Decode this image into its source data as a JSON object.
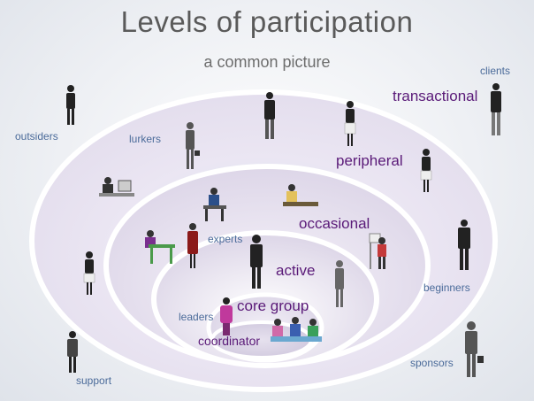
{
  "title": "Levels of participation",
  "subtitle": "a common picture",
  "levels": {
    "transactional": "transactional",
    "peripheral": "peripheral",
    "occasional": "occasional",
    "active": "active",
    "core_group": "core group",
    "coordinator": "coordinator"
  },
  "roles": {
    "clients": "clients",
    "outsiders": "outsiders",
    "lurkers": "lurkers",
    "experts": "experts",
    "beginners": "beginners",
    "leaders": "leaders",
    "sponsors": "sponsors",
    "support": "support"
  },
  "colors": {
    "level_text": "#5a1a78",
    "role_text": "#4b6b9a",
    "ring_fill": "#e9e2f3",
    "ring_edge": "#ffffff",
    "teal_glow": "#7fd6d4"
  },
  "icons": [
    "person-icon",
    "desk-worker-icon",
    "presenter-icon",
    "meeting-group-icon"
  ]
}
